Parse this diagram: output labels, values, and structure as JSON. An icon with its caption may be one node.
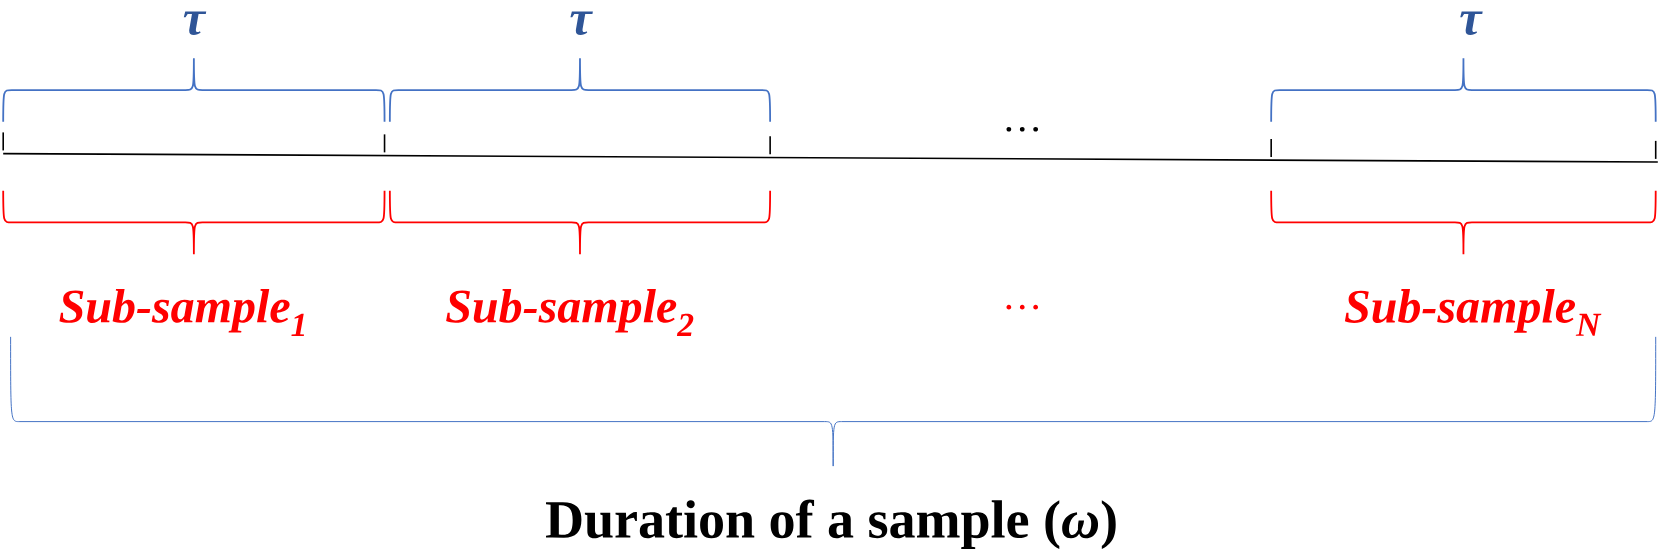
{
  "diagram": {
    "labels": [
      "τ",
      "τ",
      "τ",
      "…",
      "Sub-sample$_{1}$",
      "Sub-sample$_{2}$",
      "…",
      "Sub-sample$_{N}$",
      "Duration of a sample (*ω*)"
    ]
  }
}
